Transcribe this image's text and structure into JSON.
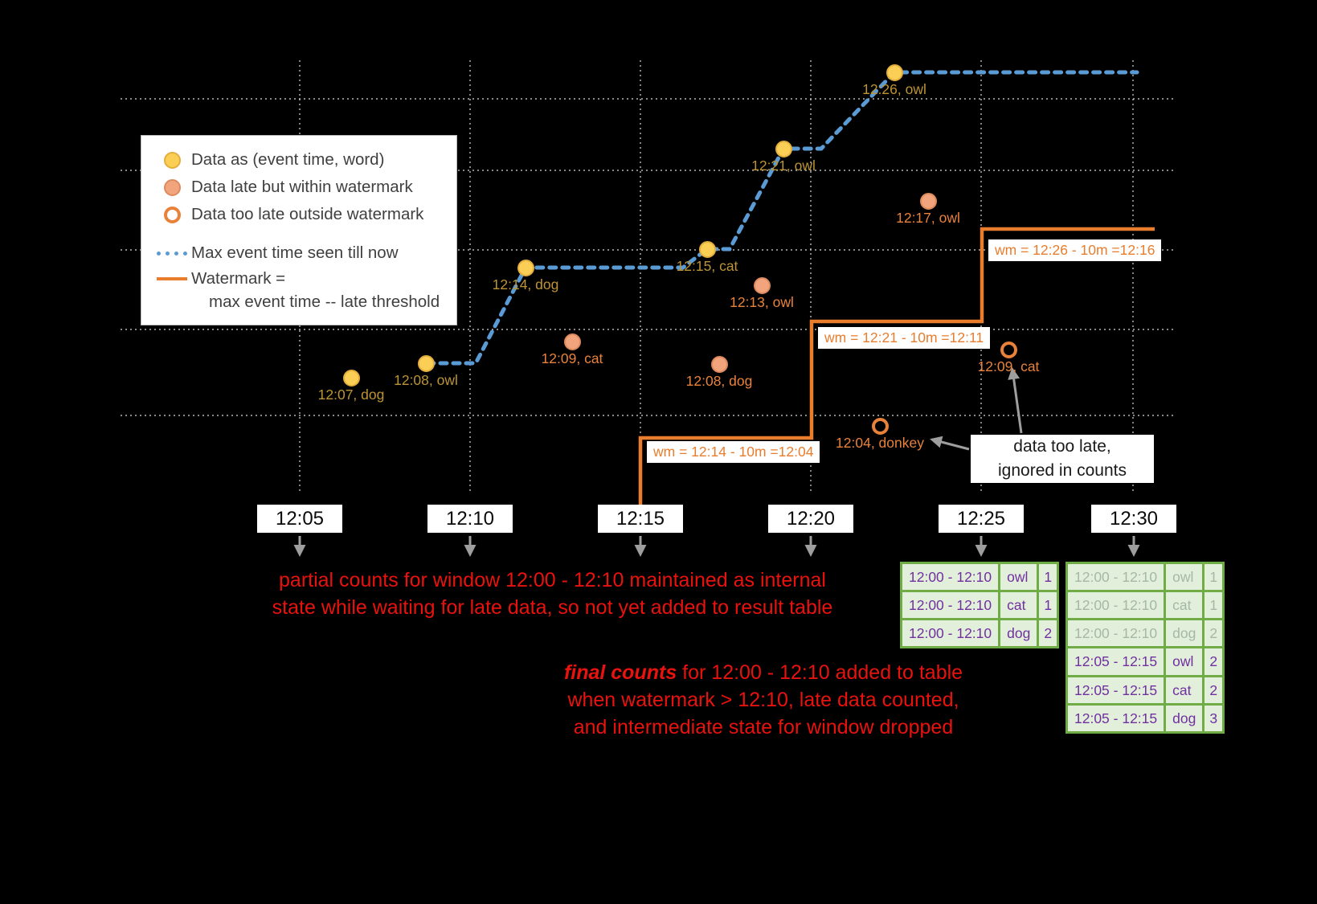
{
  "legend": {
    "items": [
      {
        "label": "Data as (event time, word)"
      },
      {
        "label": "Data late but within watermark"
      },
      {
        "label": "Data too late outside watermark"
      },
      {
        "label": "Max event time seen till now"
      },
      {
        "label": "Watermark =",
        "label2": "max event time -- late threshold"
      }
    ]
  },
  "points": {
    "on_time": [
      {
        "label": "12:07, dog"
      },
      {
        "label": "12:08, owl"
      },
      {
        "label": "12:14, dog"
      },
      {
        "label": "12:15, cat"
      },
      {
        "label": "12:21, owl"
      },
      {
        "label": "12:26, owl"
      }
    ],
    "late": [
      {
        "label": "12:09, cat"
      },
      {
        "label": "12:08, dog"
      },
      {
        "label": "12:13, owl"
      },
      {
        "label": "12:17, owl"
      }
    ],
    "too_late": [
      {
        "label": "12:04, donkey"
      },
      {
        "label": "12:09, cat"
      }
    ]
  },
  "watermark_labels": [
    "wm = 12:14 - 10m =12:04",
    "wm = 12:21 - 10m =12:11",
    "wm = 12:26 - 10m =12:16"
  ],
  "axis": {
    "ticks": [
      "12:05",
      "12:10",
      "12:15",
      "12:20",
      "12:25",
      "12:30"
    ]
  },
  "annotations": {
    "partial_line1": "partial counts for window 12:00 - 12:10 maintained as internal",
    "partial_line2": "state while waiting for late data, so not yet added  to result table",
    "final_em": "final counts",
    "final_rest": " for 12:00 - 12:10 added to table",
    "final_line2": "when watermark > 12:10, late data counted,",
    "final_line3": "and intermediate state for window dropped",
    "too_late_line1": "data too late,",
    "too_late_line2": "ignored in counts"
  },
  "tables": {
    "t1": {
      "rows": [
        [
          "12:00 - 12:10",
          "owl",
          "1"
        ],
        [
          "12:00 - 12:10",
          "cat",
          "1"
        ],
        [
          "12:00 - 12:10",
          "dog",
          "2"
        ]
      ]
    },
    "t2": {
      "carried": [
        [
          "12:00 - 12:10",
          "owl",
          "1"
        ],
        [
          "12:00 - 12:10",
          "cat",
          "1"
        ],
        [
          "12:00 - 12:10",
          "dog",
          "2"
        ]
      ],
      "final": [
        [
          "12:05 - 12:15",
          "owl",
          "2"
        ],
        [
          "12:05 - 12:15",
          "cat",
          "2"
        ],
        [
          "12:05 - 12:15",
          "dog",
          "3"
        ]
      ]
    }
  },
  "colors": {
    "on_time_dot": "#FBCE55",
    "late_dot": "#F2A47C",
    "too_late_ring": "#E8823B",
    "max_event_line": "#5B9BD5",
    "watermark_line": "#E87D2E",
    "table_border": "#6FAC46",
    "table_bg": "#E2EFDA",
    "table_text": "#7030A0",
    "annotation_red": "#E8120E"
  }
}
